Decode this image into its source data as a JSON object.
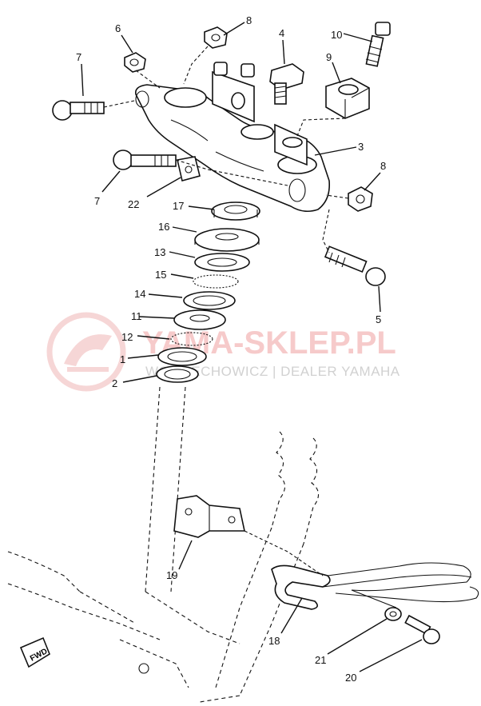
{
  "watermark": {
    "brand": "YAMA-SKLEP.PL",
    "tagline": "WOJCIECHOWICZ | DEALER YAMAHA",
    "color": "#e8a0a0"
  },
  "fwd_mark": "FWD",
  "callouts": [
    {
      "id": "c8a",
      "text": "8"
    },
    {
      "id": "c6",
      "text": "6"
    },
    {
      "id": "c4",
      "text": "4"
    },
    {
      "id": "c10",
      "text": "10"
    },
    {
      "id": "c7a",
      "text": "7"
    },
    {
      "id": "c9",
      "text": "9"
    },
    {
      "id": "c3",
      "text": "3"
    },
    {
      "id": "c7b",
      "text": "7"
    },
    {
      "id": "c22",
      "text": "22"
    },
    {
      "id": "c8b",
      "text": "8"
    },
    {
      "id": "c17",
      "text": "17"
    },
    {
      "id": "c16",
      "text": "16"
    },
    {
      "id": "c13",
      "text": "13"
    },
    {
      "id": "c15",
      "text": "15"
    },
    {
      "id": "c14",
      "text": "14"
    },
    {
      "id": "c5",
      "text": "5"
    },
    {
      "id": "c11",
      "text": "11"
    },
    {
      "id": "c12",
      "text": "12"
    },
    {
      "id": "c1",
      "text": "1"
    },
    {
      "id": "c2",
      "text": "2"
    },
    {
      "id": "c19",
      "text": "19"
    },
    {
      "id": "c18",
      "text": "18"
    },
    {
      "id": "c21",
      "text": "21"
    },
    {
      "id": "c20",
      "text": "20"
    }
  ]
}
